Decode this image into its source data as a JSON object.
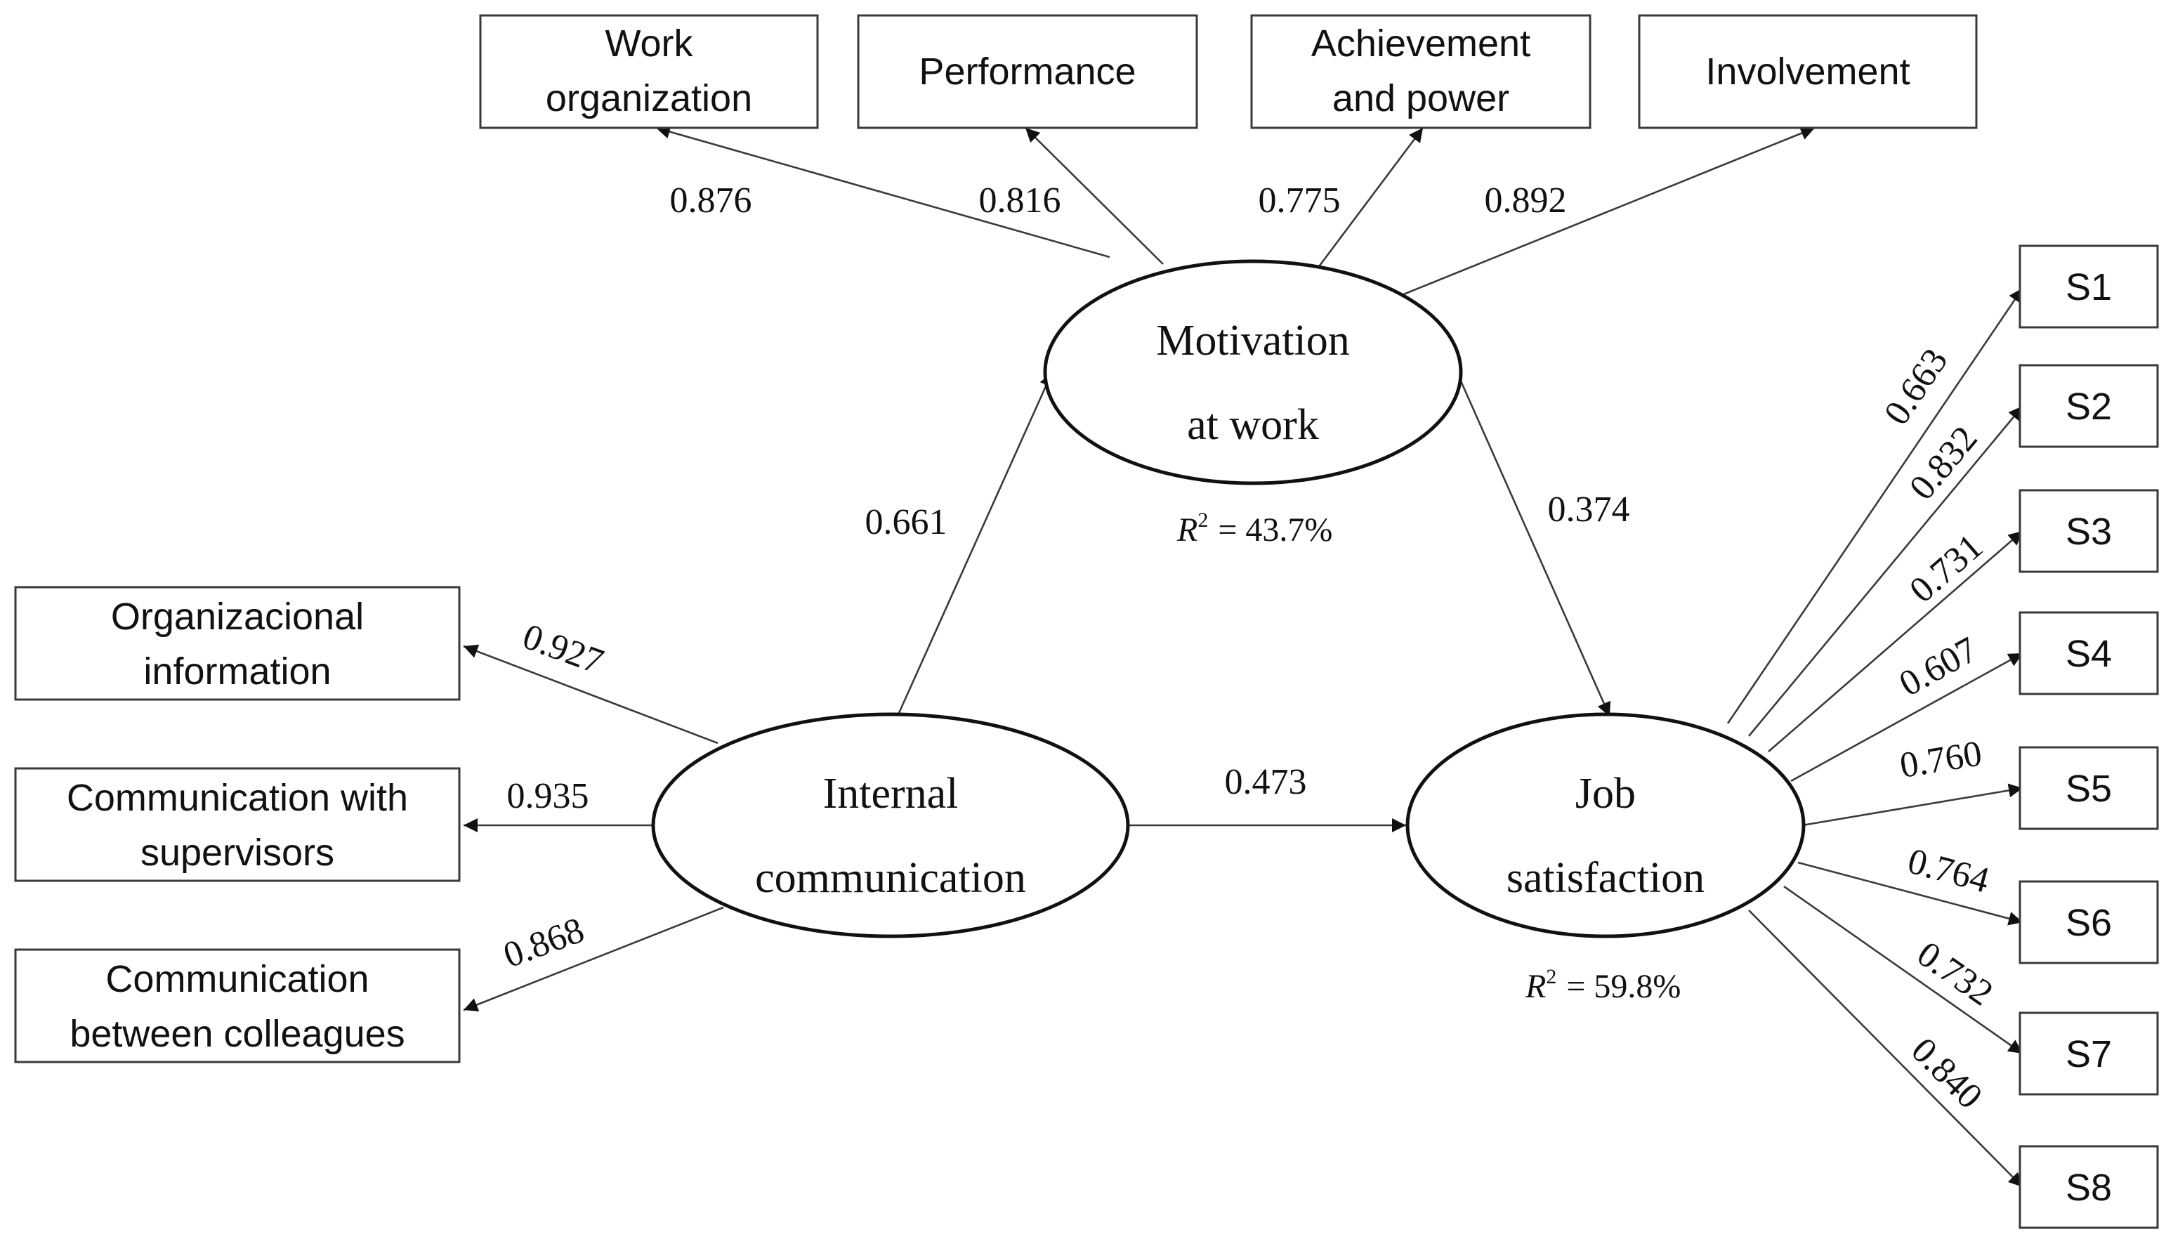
{
  "diagram": {
    "latent": {
      "motivation": {
        "line1": "Motivation",
        "line2": "at work",
        "r2_symbol": "R",
        "r2_exp": "2",
        "r2_value": "= 43.7%"
      },
      "internal": {
        "line1": "Internal",
        "line2": "communication"
      },
      "job": {
        "line1": "Job",
        "line2": "satisfaction",
        "r2_symbol": "R",
        "r2_exp": "2",
        "r2_value": "= 59.8%"
      }
    },
    "top_indicators": [
      {
        "line1": "Work",
        "line2": "organization",
        "loading": "0.876"
      },
      {
        "line1": "Performance",
        "line2": "",
        "loading": "0.816"
      },
      {
        "line1": "Achievement",
        "line2": "and power",
        "loading": "0.775"
      },
      {
        "line1": "Involvement",
        "line2": "",
        "loading": "0.892"
      }
    ],
    "left_indicators": [
      {
        "line1": "Organizacional",
        "line2": "information",
        "loading": "0.927"
      },
      {
        "line1": "Communication with",
        "line2": "supervisors",
        "loading": "0.935"
      },
      {
        "line1": "Communication",
        "line2": "between colleagues",
        "loading": "0.868"
      }
    ],
    "right_indicators": [
      {
        "label": "S1",
        "loading": "0.663"
      },
      {
        "label": "S2",
        "loading": "0.832"
      },
      {
        "label": "S3",
        "loading": "0.731"
      },
      {
        "label": "S4",
        "loading": "0.607"
      },
      {
        "label": "S5",
        "loading": "0.760"
      },
      {
        "label": "S6",
        "loading": "0.764"
      },
      {
        "label": "S7",
        "loading": "0.732"
      },
      {
        "label": "S8",
        "loading": "0.840"
      }
    ],
    "paths": {
      "internal_to_motivation": "0.661",
      "motivation_to_job": "0.374",
      "internal_to_job": "0.473"
    }
  }
}
